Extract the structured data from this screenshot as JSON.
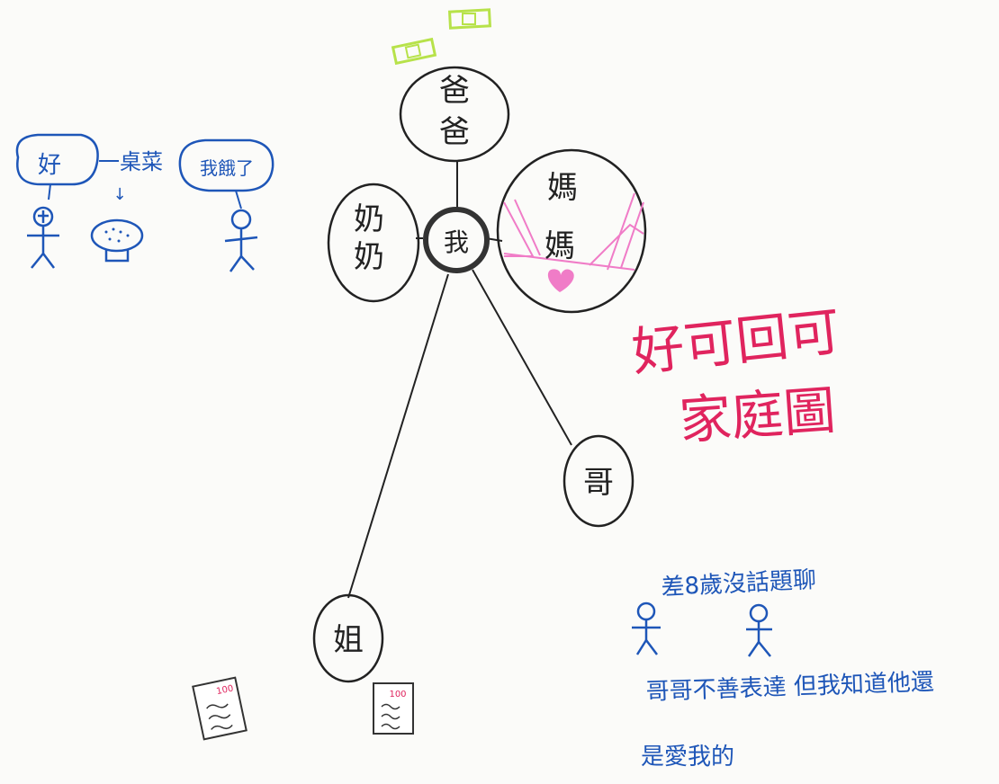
{
  "title": {
    "line1": "好可回可",
    "line2": "家庭圖"
  },
  "nodes": {
    "center": "我",
    "father": [
      "爸",
      "爸"
    ],
    "mother": [
      "媽",
      "媽"
    ],
    "grandma": [
      "奶",
      "奶"
    ],
    "brother": "哥",
    "sister": "姐"
  },
  "left_scene": {
    "bubble_left": "好",
    "dishes_label": "一桌菜",
    "arrow": "↓",
    "bubble_right": "我餓了"
  },
  "brother_note": {
    "line1": "差8歲沒話題聊",
    "line2": "哥哥不善表達 但我知道他還",
    "line3": "是愛我的"
  },
  "papers": {
    "score": "100"
  },
  "colors": {
    "ink": "#222222",
    "blue": "#1e56b8",
    "red": "#e0245e",
    "pink": "#f07cc7",
    "lime": "#b7e24a"
  }
}
